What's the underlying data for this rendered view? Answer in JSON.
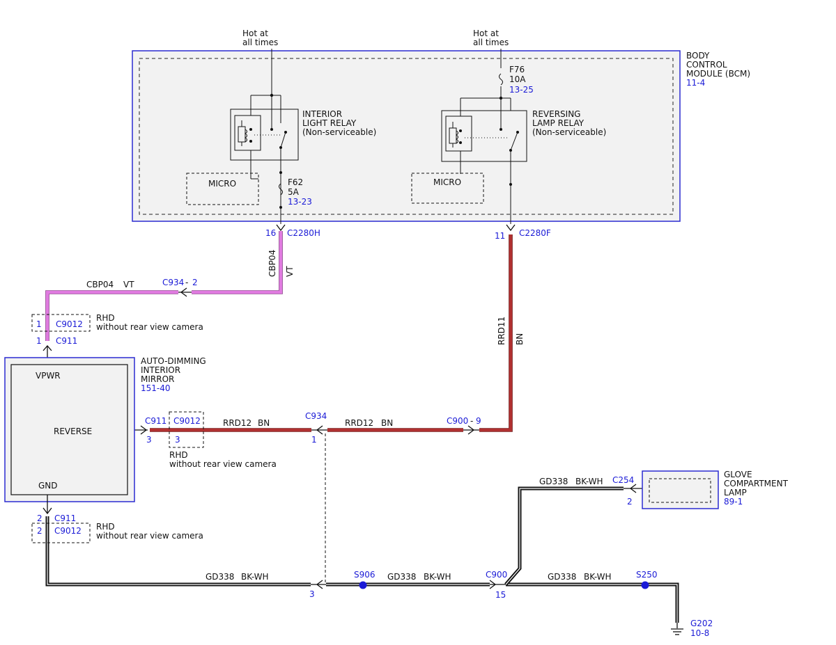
{
  "colors": {
    "module_border": "#2b2bd1",
    "module_fill": "#f2f2f2",
    "wire_vt": "#e07be0",
    "wire_bn": "#b03030",
    "wire_bk": "#111111",
    "ref_text": "#1a1ad6",
    "splice": "#1a1ad6"
  },
  "power": {
    "left_label_1": "Hot at",
    "left_label_2": "all times",
    "right_label_1": "Hot at",
    "right_label_2": "all times"
  },
  "bcm": {
    "name_1": "BODY",
    "name_2": "CONTROL",
    "name_3": "MODULE (BCM)",
    "ref": "11-4",
    "interior_relay_1": "INTERIOR",
    "interior_relay_2": "LIGHT RELAY",
    "interior_relay_3": "(Non-serviceable)",
    "reversing_relay_1": "REVERSING",
    "reversing_relay_2": "LAMP RELAY",
    "reversing_relay_3": "(Non-serviceable)",
    "micro_left": "MICRO",
    "micro_right": "MICRO",
    "fuse_f62_name": "F62",
    "fuse_f62_rating": "5A",
    "fuse_f62_ref": "13-23",
    "fuse_f76_name": "F76",
    "fuse_f76_rating": "10A",
    "fuse_f76_ref": "13-25",
    "pin_left": "16",
    "conn_left": "C2280H",
    "pin_right": "11",
    "conn_right": "C2280F"
  },
  "wires": {
    "cbp04_vertical_circuit": "CBP04",
    "cbp04_vertical_color": "VT",
    "cbp04_horizontal_circuit": "CBP04",
    "cbp04_horizontal_color": "VT",
    "c934_2": "C934",
    "c934_2_dash": "-",
    "c934_2_pin": "2",
    "rrd11_circuit": "RRD11",
    "rrd11_color": "BN",
    "rrd12_left_circuit": "RRD12",
    "rrd12_left_color": "BN",
    "rrd12_right_circuit": "RRD12",
    "rrd12_right_color": "BN",
    "c900_9": "C900",
    "c900_9_dash": "-",
    "c900_9_pin": "9",
    "c934_1": "C934",
    "c934_1_pin": "1",
    "gd338_1_circuit": "GD338",
    "gd338_1_color": "BK-WH",
    "gd338_2_circuit": "GD338",
    "gd338_2_color": "BK-WH",
    "gd338_3_circuit": "GD338",
    "gd338_3_color": "BK-WH",
    "gd338_4_circuit": "GD338",
    "gd338_4_color": "BK-WH",
    "pin_3_bottom": "3",
    "s906": "S906",
    "c900_15": "C900",
    "c900_15_pin": "15",
    "s250": "S250",
    "c254": "C254",
    "c254_pin": "2",
    "g202": "G202",
    "g202_ref": "10-8"
  },
  "connectors": {
    "top_c9012_pin": "1",
    "top_c9012": "C9012",
    "top_c911_pin": "1",
    "top_c911": "C911",
    "top_rhd": "RHD",
    "top_rhd_note": "without rear view camera",
    "mid_c911": "C911",
    "mid_c911_pin": "3",
    "mid_c9012": "C9012",
    "mid_c9012_pin": "3",
    "mid_rhd": "RHD",
    "mid_rhd_note": "without rear view camera",
    "bot_c911_pin": "2",
    "bot_c911": "C911",
    "bot_c9012_pin": "2",
    "bot_c9012": "C9012",
    "bot_rhd": "RHD",
    "bot_rhd_note": "without rear view camera"
  },
  "mirror": {
    "name_1": "AUTO-DIMMING",
    "name_2": "INTERIOR",
    "name_3": "MIRROR",
    "ref": "151-40",
    "vpwr": "VPWR",
    "reverse": "REVERSE",
    "gnd": "GND"
  },
  "glove_lamp": {
    "name_1": "GLOVE",
    "name_2": "COMPARTMENT",
    "name_3": "LAMP",
    "ref": "89-1"
  }
}
